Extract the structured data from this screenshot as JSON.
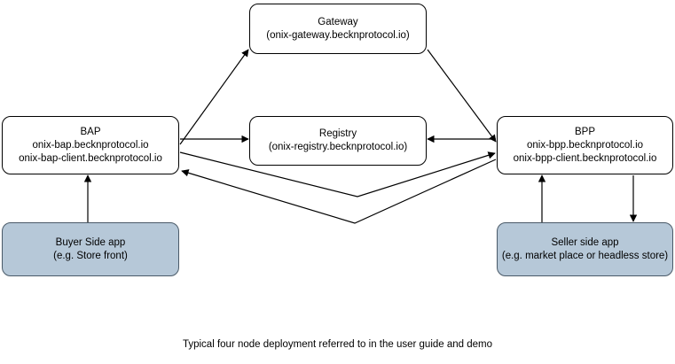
{
  "diagram": {
    "caption": "Typical four node deployment referred to in the user guide and demo",
    "colors": {
      "stroke": "#000000",
      "node_fill": "#ffffff",
      "app_fill": "#b6c8d8",
      "app_stroke": "#4a5a68",
      "background": "#ffffff"
    },
    "nodes": [
      {
        "id": "gateway",
        "title": "Gateway",
        "subtitle": "(onix-gateway.becknprotocol.io)",
        "detail": "",
        "filled": false
      },
      {
        "id": "bap",
        "title": "BAP",
        "subtitle": "onix-bap.becknprotocol.io",
        "detail": "onix-bap-client.becknprotocol.io",
        "filled": false
      },
      {
        "id": "registry",
        "title": "Registry",
        "subtitle": "(onix-registry.becknprotocol.io)",
        "detail": "",
        "filled": false
      },
      {
        "id": "bpp",
        "title": "BPP",
        "subtitle": "onix-bpp.becknprotocol.io",
        "detail": "onix-bpp-client.becknprotocol.io",
        "filled": false
      },
      {
        "id": "buyer",
        "title": "Buyer Side app",
        "subtitle": "(e.g. Store front)",
        "detail": "",
        "filled": true
      },
      {
        "id": "seller",
        "title": "Seller side app",
        "subtitle": "(e.g. market place or headless store)",
        "detail": "",
        "filled": true
      }
    ],
    "edges": [
      {
        "id": "bap-to-gateway",
        "from": "bap",
        "to": "gateway",
        "label": "",
        "style": "diagonal"
      },
      {
        "id": "gateway-to-bpp",
        "from": "gateway",
        "to": "bpp",
        "label": "",
        "style": "diagonal"
      },
      {
        "id": "bap-to-registry",
        "from": "bap",
        "to": "registry",
        "label": "",
        "style": "horizontal"
      },
      {
        "id": "bpp-to-registry",
        "from": "bpp",
        "to": "registry",
        "label": "",
        "style": "horizontal"
      },
      {
        "id": "bap-to-bpp",
        "from": "bap",
        "to": "bpp",
        "label": "",
        "style": "v-polyline"
      },
      {
        "id": "bpp-to-bap",
        "from": "bpp",
        "to": "bap",
        "label": "",
        "style": "v-polyline"
      },
      {
        "id": "buyer-to-bap",
        "from": "buyer",
        "to": "bap",
        "label": "",
        "style": "vertical"
      },
      {
        "id": "seller-to-bpp",
        "from": "seller",
        "to": "bpp",
        "label": "",
        "style": "vertical"
      },
      {
        "id": "bpp-to-seller",
        "from": "bpp",
        "to": "seller",
        "label": "",
        "style": "vertical"
      }
    ]
  }
}
